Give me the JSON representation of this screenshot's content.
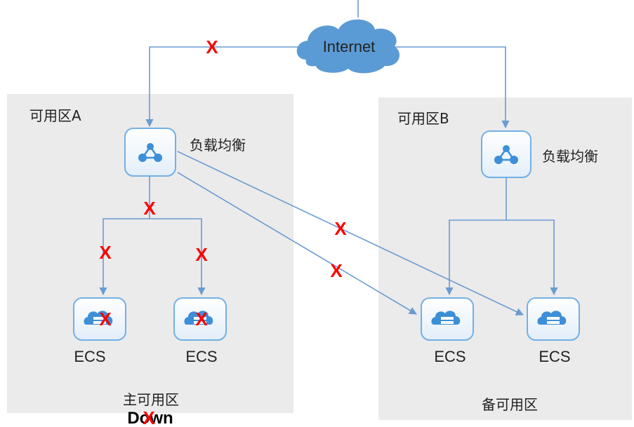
{
  "internet": {
    "label": "Internet"
  },
  "zone_a": {
    "title": "可用区A",
    "role": "主可用区",
    "status": "Down",
    "load_balancer": {
      "label": "负载均衡"
    },
    "ecs": [
      {
        "label": "ECS"
      },
      {
        "label": "ECS"
      }
    ]
  },
  "zone_b": {
    "title": "可用区B",
    "role": "备可用区",
    "load_balancer": {
      "label": "负载均衡"
    },
    "ecs": [
      {
        "label": "ECS"
      },
      {
        "label": "ECS"
      }
    ]
  },
  "failure_mark": "X",
  "colors": {
    "zone_bg": "#ebebeb",
    "connector": "#6b9bd1",
    "cloud": "#5b9bd5",
    "icon_border": "#72b0e6",
    "failure": "#ff0000"
  }
}
